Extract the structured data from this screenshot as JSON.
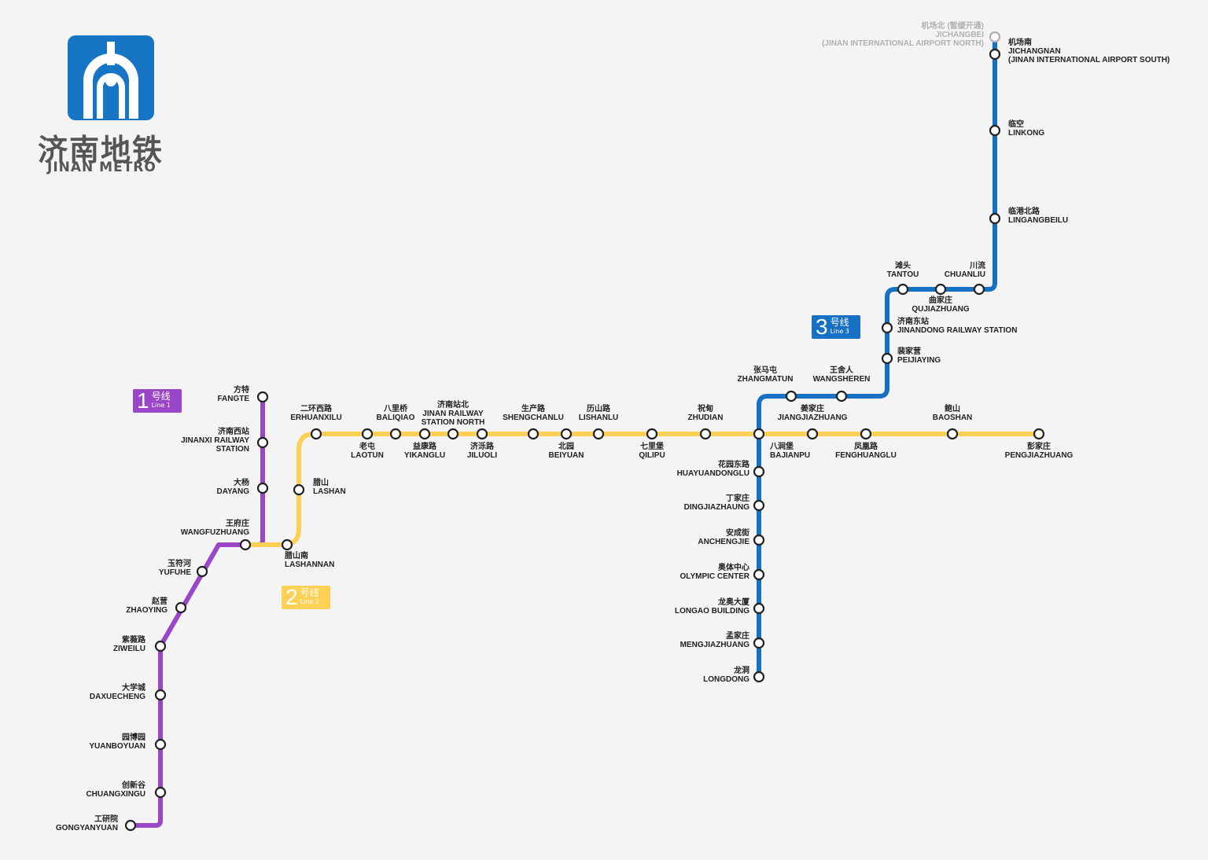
{
  "logo": {
    "name_cn": "济南地铁",
    "name_en": "JINAN METRO",
    "brand_color": "#1775c6"
  },
  "lines": [
    {
      "id": "line1",
      "badge_num": "1",
      "badge_cn": "号线",
      "badge_en": "Line 1",
      "color": "#9b45c9",
      "stations": [
        {
          "cn": "方特",
          "en": [
            "FANGTE"
          ]
        },
        {
          "cn": "济南西站",
          "en": [
            "JINANXI RAILWAY",
            "STATION"
          ]
        },
        {
          "cn": "大杨",
          "en": [
            "DAYANG"
          ]
        },
        {
          "cn": "王府庄",
          "en": [
            "WANGFUZHUANG"
          ]
        },
        {
          "cn": "玉符河",
          "en": [
            "YUFUHE"
          ]
        },
        {
          "cn": "赵营",
          "en": [
            "ZHAOYING"
          ]
        },
        {
          "cn": "紫薇路",
          "en": [
            "ZIWEILU"
          ]
        },
        {
          "cn": "大学城",
          "en": [
            "DAXUECHENG"
          ]
        },
        {
          "cn": "园博园",
          "en": [
            "YUANBOYUAN"
          ]
        },
        {
          "cn": "创新谷",
          "en": [
            "CHUANGXINGU"
          ]
        },
        {
          "cn": "工研院",
          "en": [
            "GONGYANYUAN"
          ]
        }
      ]
    },
    {
      "id": "line2",
      "badge_num": "2",
      "badge_cn": "号线",
      "badge_en": "Line 2",
      "color": "#fdd156",
      "stations": [
        {
          "cn": "腊山南",
          "en": [
            "LASHANNAN"
          ]
        },
        {
          "cn": "腊山",
          "en": [
            "LASHAN"
          ]
        },
        {
          "cn": "二环西路",
          "en": [
            "ERHUANXILU"
          ]
        },
        {
          "cn": "老屯",
          "en": [
            "LAOTUN"
          ]
        },
        {
          "cn": "八里桥",
          "en": [
            "BALIQIAO"
          ]
        },
        {
          "cn": "益康路",
          "en": [
            "YIKANGLU"
          ]
        },
        {
          "cn": "济南站北",
          "en": [
            "JINAN RAILWAY",
            "STATION NORTH"
          ]
        },
        {
          "cn": "济泺路",
          "en": [
            "JILUOLI"
          ]
        },
        {
          "cn": "生产路",
          "en": [
            "SHENGCHANLU"
          ]
        },
        {
          "cn": "北园",
          "en": [
            "BEIYUAN"
          ]
        },
        {
          "cn": "历山路",
          "en": [
            "LISHANLU"
          ]
        },
        {
          "cn": "七里堡",
          "en": [
            "QILIPU"
          ]
        },
        {
          "cn": "祝甸",
          "en": [
            "ZHUDIAN"
          ]
        },
        {
          "cn": "八涧堡",
          "en": [
            "BAJIANPU"
          ]
        },
        {
          "cn": "姜家庄",
          "en": [
            "JIANGJIAZHUANG"
          ]
        },
        {
          "cn": "凤凰路",
          "en": [
            "FENGHUANGLU"
          ]
        },
        {
          "cn": "鲍山",
          "en": [
            "BAOSHAN"
          ]
        },
        {
          "cn": "彭家庄",
          "en": [
            "PENGJIAZHUANG"
          ]
        }
      ]
    },
    {
      "id": "line3",
      "badge_num": "3",
      "badge_cn": "号线",
      "badge_en": "Line 3",
      "color": "#1670c4",
      "stations": [
        {
          "cn": "机场北 (暂缓开通)",
          "en": [
            "JICHANGBEI",
            "(JINAN INTERNATIONAL AIRPORT NORTH)"
          ],
          "status": "inactive"
        },
        {
          "cn": "机场南",
          "en": [
            "JICHANGNAN",
            "(JINAN INTERNATIONAL AIRPORT SOUTH)"
          ]
        },
        {
          "cn": "临空",
          "en": [
            "LINKONG"
          ]
        },
        {
          "cn": "临港北路",
          "en": [
            "LINGANGBEILU"
          ]
        },
        {
          "cn": "川流",
          "en": [
            "CHUANLIU"
          ]
        },
        {
          "cn": "曲家庄",
          "en": [
            "QUJIAZHUANG"
          ]
        },
        {
          "cn": "滩头",
          "en": [
            "TANTOU"
          ]
        },
        {
          "cn": "济南东站",
          "en": [
            "JINANDONG RAILWAY STATION"
          ]
        },
        {
          "cn": "裴家营",
          "en": [
            "PEIJIAYING"
          ]
        },
        {
          "cn": "王舍人",
          "en": [
            "WANGSHEREN"
          ]
        },
        {
          "cn": "张马屯",
          "en": [
            "ZHANGMATUN"
          ]
        },
        {
          "cn": "花园东路",
          "en": [
            "HUAYUANDONGLU"
          ]
        },
        {
          "cn": "丁家庄",
          "en": [
            "DINGJIAZHAUNG"
          ]
        },
        {
          "cn": "安成街",
          "en": [
            "ANCHENGJIE"
          ]
        },
        {
          "cn": "奥体中心",
          "en": [
            "OLYMPIC CENTER"
          ]
        },
        {
          "cn": "龙奥大厦",
          "en": [
            "LONGAO BUILDING"
          ]
        },
        {
          "cn": "孟家庄",
          "en": [
            "MENGJIAZHUANG"
          ]
        },
        {
          "cn": "龙洞",
          "en": [
            "LONGDONG"
          ]
        }
      ]
    }
  ],
  "inactive_color": "#b0b0b0"
}
